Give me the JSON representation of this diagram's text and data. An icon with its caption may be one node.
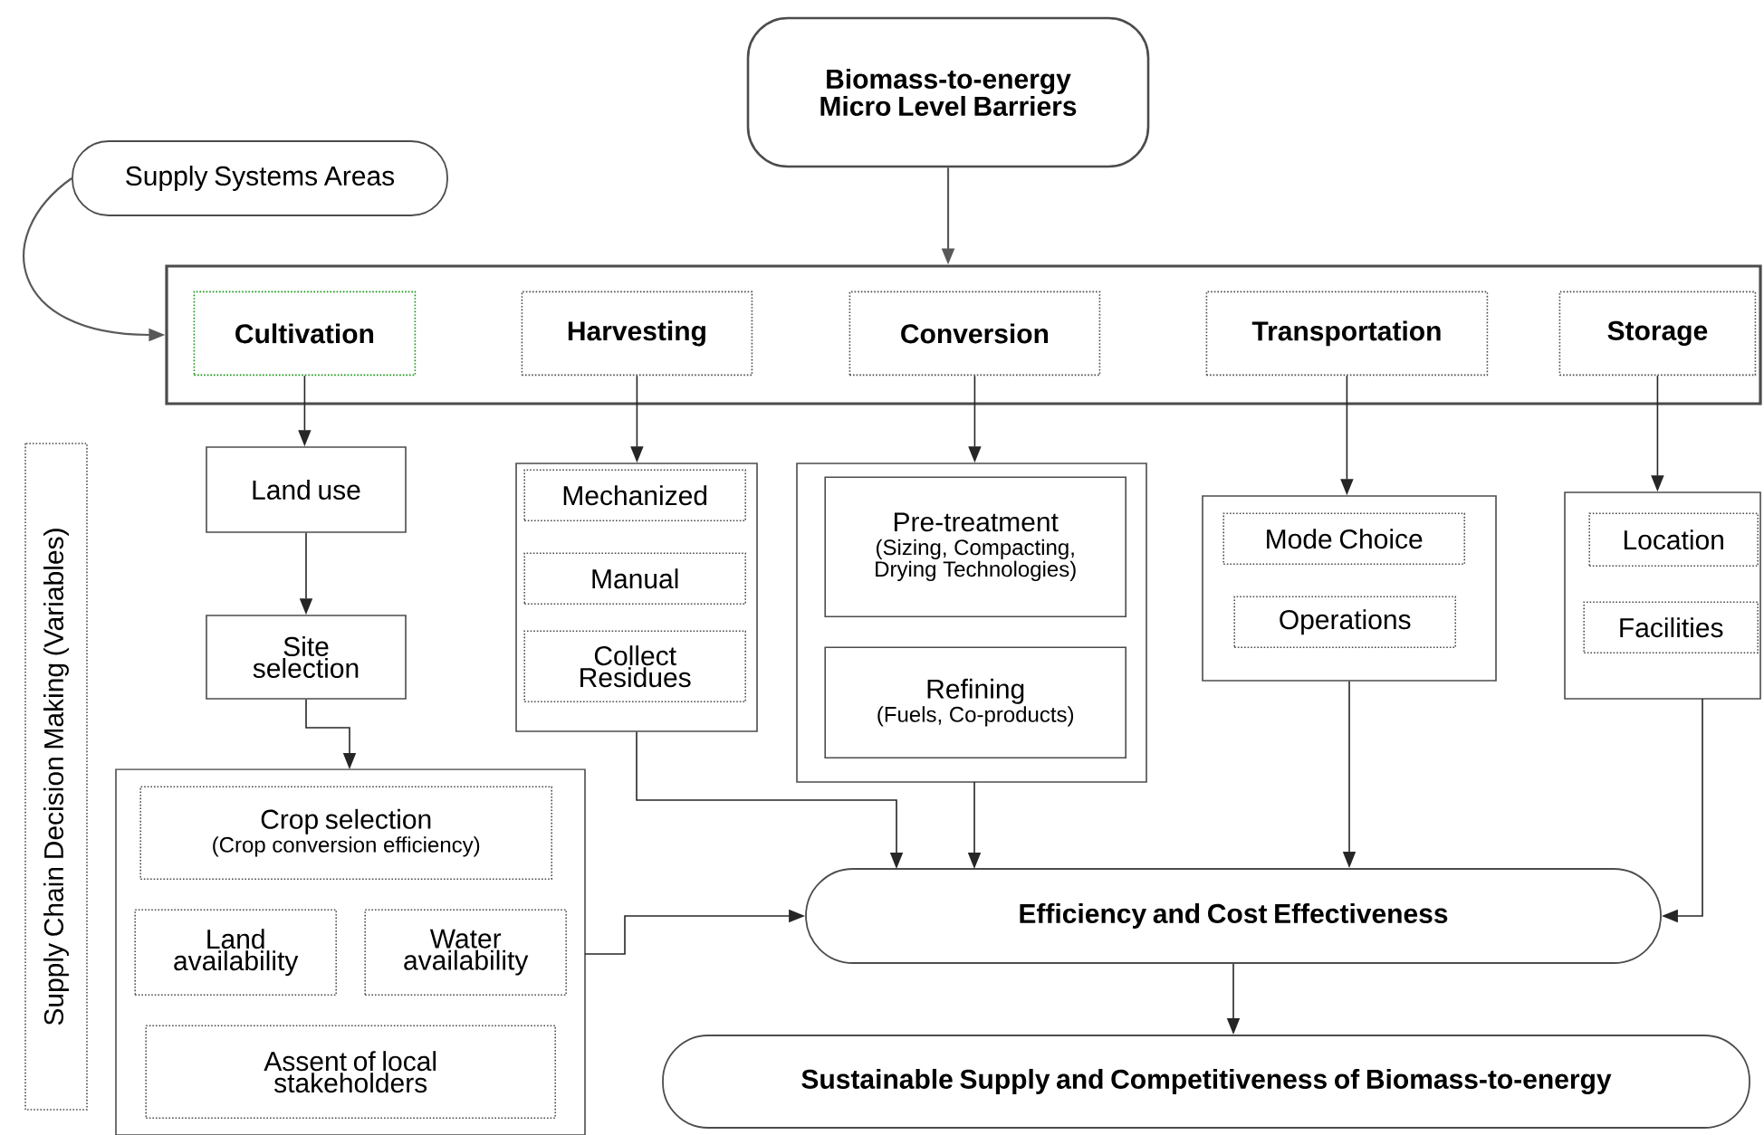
{
  "diagram": {
    "nodes": [
      {
        "text": [
          "Biomass-to-energy Micro Level Barriers"
        ]
      },
      {
        "text": [
          "Supply Systems Areas"
        ]
      },
      {
        "text": [],
        "shape": "box"
      },
      {
        "text": [
          "Cultivation"
        ],
        "in": 2
      },
      {
        "text": [
          "Harvesting"
        ],
        "in": 2
      },
      {
        "text": [
          "Conversion"
        ],
        "in": 2
      },
      {
        "text": [
          "Transportation"
        ],
        "in": 2
      },
      {
        "text": [
          "Storage"
        ],
        "in": 2
      },
      {
        "text": [
          "Supply Chain Decision Making (Variables)"
        ]
      },
      {
        "text": [
          "Land use"
        ]
      },
      {
        "text": [
          "Site selection"
        ]
      },
      {
        "text": [],
        "shape": "box"
      },
      {
        "text": [
          "Crop selection",
          "(Crop conversion efficiency)"
        ],
        "in": 11
      },
      {
        "text": [
          "Land availability"
        ],
        "in": 11
      },
      {
        "text": [
          "Water availability"
        ],
        "in": 11
      },
      {
        "text": [
          "Assent of local stakeholders"
        ],
        "in": 11
      },
      {
        "text": [],
        "shape": "box"
      },
      {
        "text": [
          "Mechanized"
        ],
        "in": 16
      },
      {
        "text": [
          "Manual"
        ],
        "in": 16
      },
      {
        "text": [
          "Collect Residues"
        ],
        "in": 16
      },
      {
        "text": [],
        "shape": "box"
      },
      {
        "text": [
          "Pre-treatment",
          "(Sizing, Compacting, Drying Technologies)"
        ],
        "in": 20
      },
      {
        "text": [
          "Refining",
          "(Fuels, Co-products)"
        ],
        "in": 20
      },
      {
        "text": [],
        "shape": "box"
      },
      {
        "text": [
          "Mode Choice"
        ],
        "in": 23
      },
      {
        "text": [
          "Operations"
        ],
        "in": 23
      },
      {
        "text": [],
        "shape": "box"
      },
      {
        "text": [
          "Location"
        ],
        "in": 26
      },
      {
        "text": [
          "Facilities"
        ],
        "in": 26
      },
      {
        "text": [
          "Efficiency and Cost Effectiveness"
        ]
      },
      {
        "text": [
          "Sustainable Supply and Competitiveness of Biomass-to-energy"
        ]
      }
    ],
    "edges": [
      {
        "from": 0,
        "to": 2,
        "arrow": "to"
      },
      {
        "from": 1,
        "to": 2,
        "arrow": "to"
      },
      {
        "from": 3,
        "to": 9,
        "arrow": "to"
      },
      {
        "from": 9,
        "to": 10,
        "arrow": "to"
      },
      {
        "from": 10,
        "to": 11,
        "arrow": "to"
      },
      {
        "from": 4,
        "to": 16,
        "arrow": "to"
      },
      {
        "from": 5,
        "to": 20,
        "arrow": "to"
      },
      {
        "from": 6,
        "to": 23,
        "arrow": "to"
      },
      {
        "from": 7,
        "to": 26,
        "arrow": "to"
      },
      {
        "from": 16,
        "to": 29,
        "arrow": "to"
      },
      {
        "from": 20,
        "to": 29,
        "arrow": "to"
      },
      {
        "from": 23,
        "to": 29,
        "arrow": "to"
      },
      {
        "from": 26,
        "to": 29,
        "arrow": "to"
      },
      {
        "from": 11,
        "to": 29,
        "arrow": "to"
      },
      {
        "from": 29,
        "to": 30,
        "arrow": "to"
      }
    ]
  }
}
